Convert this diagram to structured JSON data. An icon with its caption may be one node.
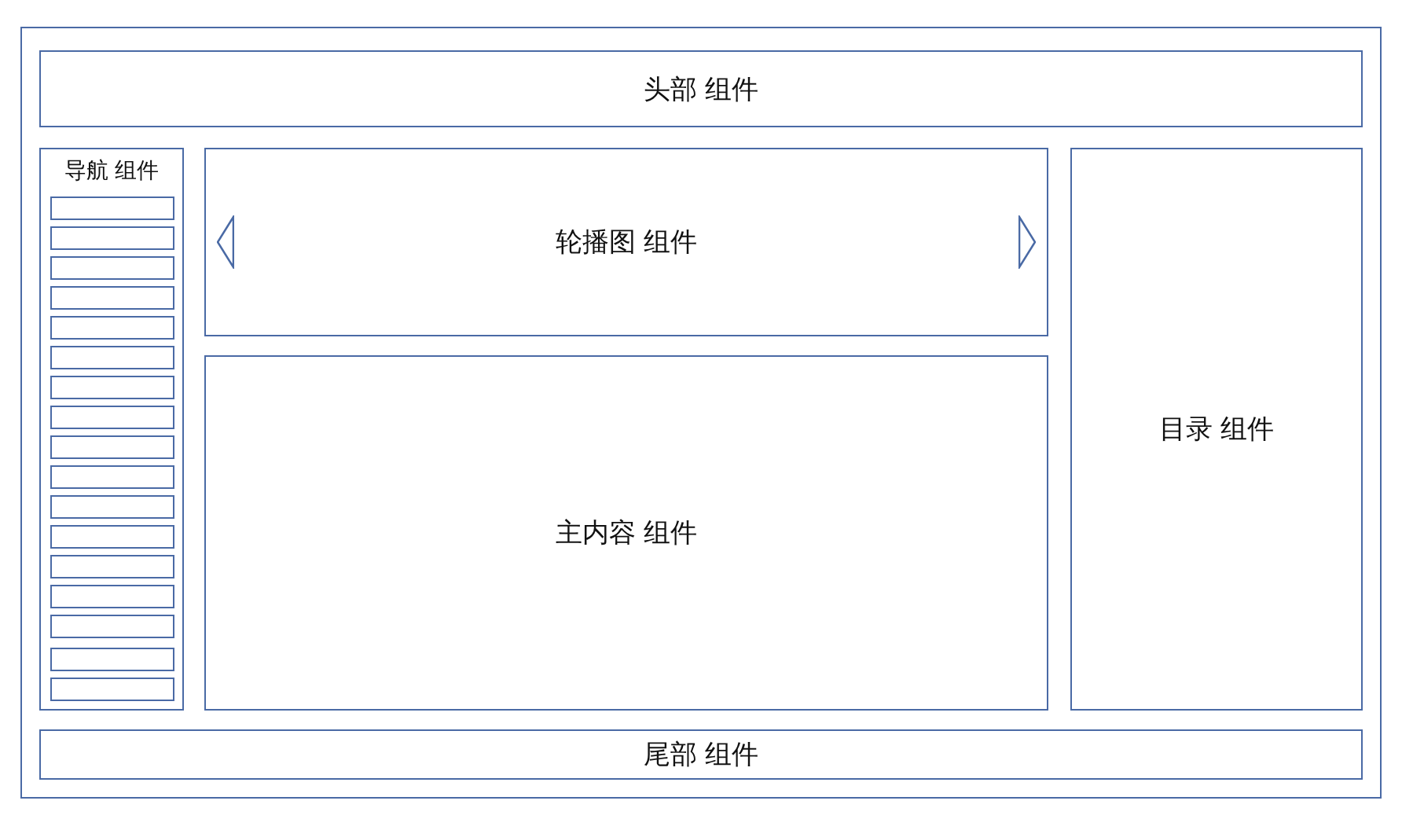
{
  "diagram": {
    "nodes": [
      {
        "text": [],
        "shape": "box"
      },
      {
        "text": [
          "头部 组件"
        ],
        "in": 0
      },
      {
        "text": [
          "导航 组件"
        ],
        "in": 0
      },
      {
        "text": [],
        "shape": "box",
        "in": 2
      },
      {
        "text": [],
        "shape": "box",
        "in": 2
      },
      {
        "text": [],
        "shape": "box",
        "in": 2
      },
      {
        "text": [],
        "shape": "box",
        "in": 2
      },
      {
        "text": [],
        "shape": "box",
        "in": 2
      },
      {
        "text": [],
        "shape": "box",
        "in": 2
      },
      {
        "text": [],
        "shape": "box",
        "in": 2
      },
      {
        "text": [],
        "shape": "box",
        "in": 2
      },
      {
        "text": [],
        "shape": "box",
        "in": 2
      },
      {
        "text": [],
        "shape": "box",
        "in": 2
      },
      {
        "text": [],
        "shape": "box",
        "in": 2
      },
      {
        "text": [],
        "shape": "box",
        "in": 2
      },
      {
        "text": [],
        "shape": "box",
        "in": 2
      },
      {
        "text": [],
        "shape": "box",
        "in": 2
      },
      {
        "text": [],
        "shape": "box",
        "in": 2
      },
      {
        "text": [],
        "shape": "box",
        "in": 2
      },
      {
        "text": [],
        "shape": "box",
        "in": 2
      },
      {
        "text": [
          "轮播图 组件"
        ],
        "in": 0
      },
      {
        "text": [
          "主内容 组件"
        ],
        "in": 0
      },
      {
        "text": [
          "目录 组件"
        ],
        "in": 0
      },
      {
        "text": [
          "尾部 组件"
        ],
        "in": 0
      }
    ]
  }
}
